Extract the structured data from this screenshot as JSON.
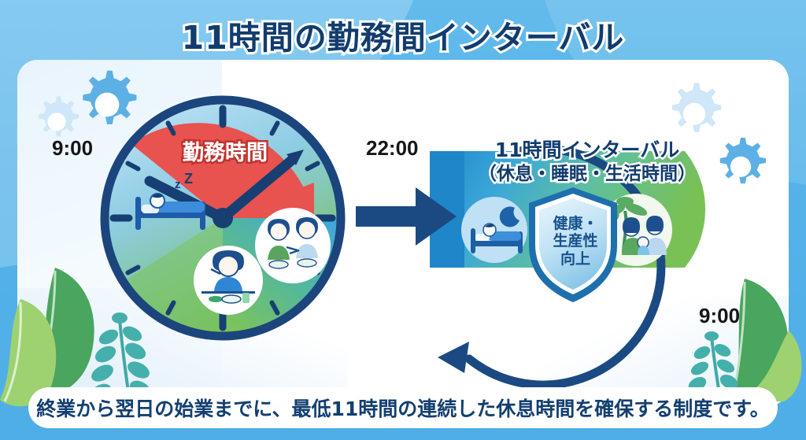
{
  "title": "11時間の勤務間インターバル",
  "clock": {
    "work_label": "勤務時間",
    "start_label": "9:00",
    "end_label": "22:00",
    "icons": {
      "sleep": "bed-sleeping-icon",
      "meal_single": "person-eating-icon",
      "meal_couple": "couple-eating-icon"
    }
  },
  "transition": {
    "arrow": "right-arrow-icon"
  },
  "interval": {
    "heading_line1": "11時間インターバル",
    "heading_line2": "（休息・睡眠・生活時間）",
    "return_label": "9:00",
    "shield": {
      "line1": "健康・",
      "line2": "生産性",
      "line3": "向上"
    },
    "icons": {
      "night": "bed-moon-icon",
      "family": "family-palm-icon",
      "shield": "shield-icon",
      "loop": "cycle-arrow-icon"
    }
  },
  "caption": "終業から翌日の始業までに、最低11時間の連続した休息時間を確保する制度です。",
  "decor": {
    "gears": [
      "gear-icon",
      "gear-icon",
      "gear-icon",
      "gear-icon"
    ],
    "plants": [
      "leaf-icon",
      "fern-icon",
      "leaf-icon",
      "fern-icon"
    ]
  },
  "colors": {
    "background": "#55b2e9",
    "navy": "#123c6e",
    "work_red": "#e8524f",
    "gear_blue": "#5cb0e6",
    "gear_pale": "#c9e4f7",
    "green": "#6cb957"
  }
}
